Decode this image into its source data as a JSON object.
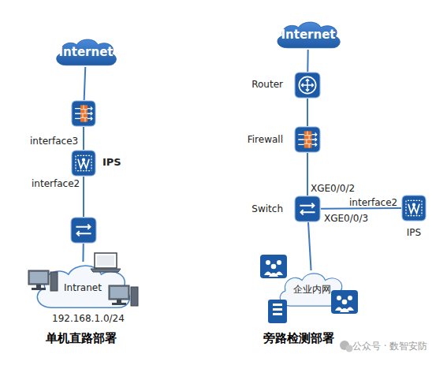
{
  "diagram": {
    "nodes": [
      {
        "text": [
          "Internet"
        ]
      },
      {
        "text": []
      },
      {
        "text": [
          "IPS"
        ]
      },
      {
        "text": []
      },
      {
        "text": [
          "Intranet"
        ]
      },
      {
        "text": [
          "Internet"
        ]
      },
      {
        "text": [
          "Router"
        ]
      },
      {
        "text": [
          "Firewall"
        ]
      },
      {
        "text": [
          "Switch"
        ]
      },
      {
        "text": [
          "IPS"
        ]
      },
      {
        "text": [
          "企业内网"
        ]
      }
    ],
    "edges": [
      {
        "from": 0,
        "to": 1,
        "arrow": "none"
      },
      {
        "from": 1,
        "to": 2,
        "arrow": "none"
      },
      {
        "from": 2,
        "to": 3,
        "arrow": "none"
      },
      {
        "from": 3,
        "to": 4,
        "arrow": "none"
      },
      {
        "from": 5,
        "to": 6,
        "arrow": "none"
      },
      {
        "from": 6,
        "to": 7,
        "arrow": "none"
      },
      {
        "from": 7,
        "to": 8,
        "arrow": "none"
      },
      {
        "from": 8,
        "to": 9,
        "arrow": "none"
      },
      {
        "from": 8,
        "to": 10,
        "arrow": "none"
      }
    ],
    "labels": [
      "interface3",
      "interface2",
      "192.168.1.0/24",
      "单机直路部署",
      "XGE0/0/2",
      "XGE0/0/3",
      "interface2",
      "旁路检测部署",
      "公众号 · 数智安防"
    ]
  }
}
